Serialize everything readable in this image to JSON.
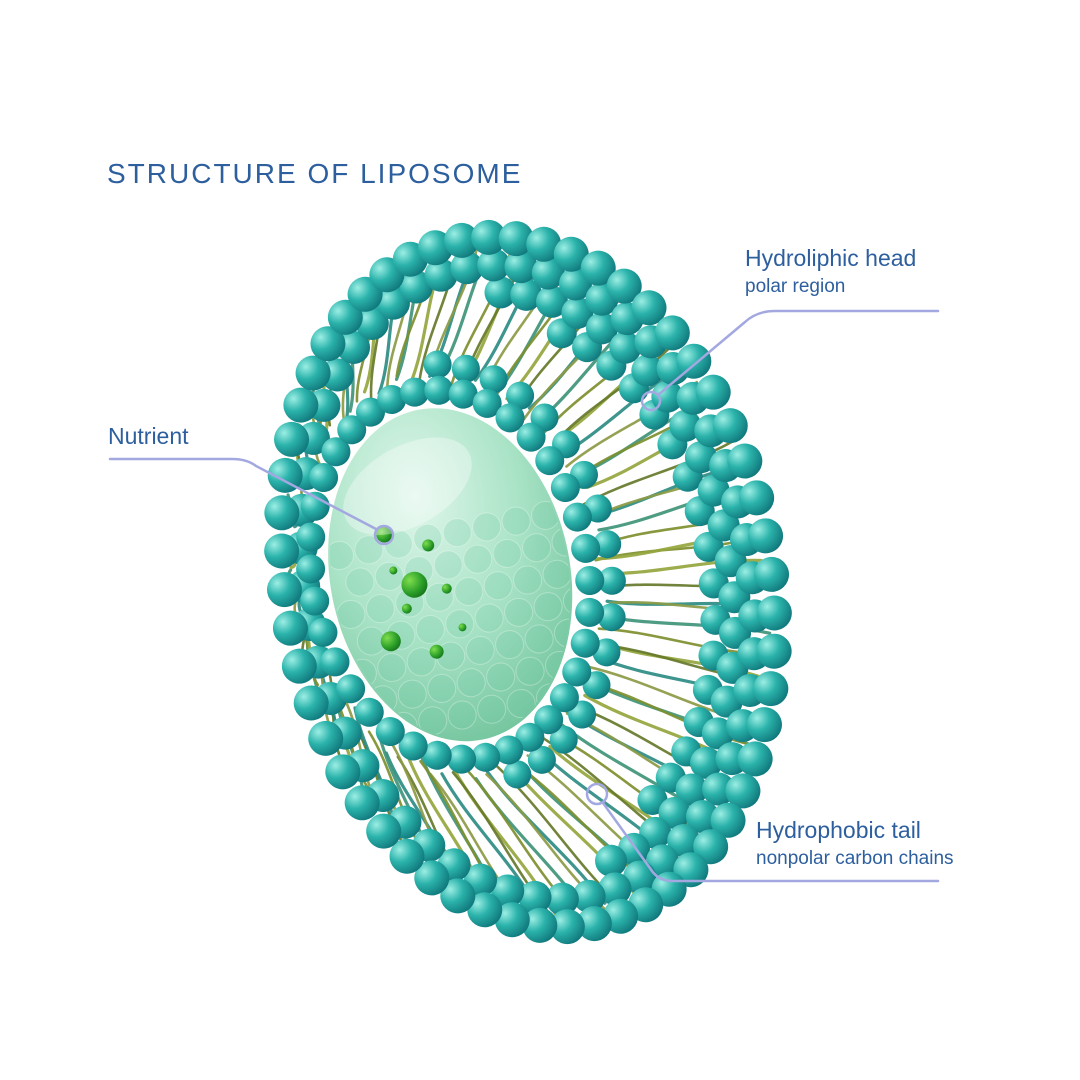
{
  "title": "STRUCTURE OF LIPOSOME",
  "annotations": {
    "head": {
      "label": "Hydroliphic head",
      "sublabel": "polar region"
    },
    "nutrient": {
      "label": "Nutrient"
    },
    "tail": {
      "label": "Hydrophobic tail",
      "sublabel": "nonpolar carbon chains"
    }
  },
  "colors": {
    "text": "#2d5f9e",
    "leader_line": "#a3a8e0",
    "membrane_teal": "#1ba8a4",
    "membrane_teal_dark": "#0a6b72",
    "tail_olive": "#84953a",
    "core_green": "#5cc08f",
    "nutrient_green": "#1d8f2a",
    "background": "#ffffff"
  }
}
